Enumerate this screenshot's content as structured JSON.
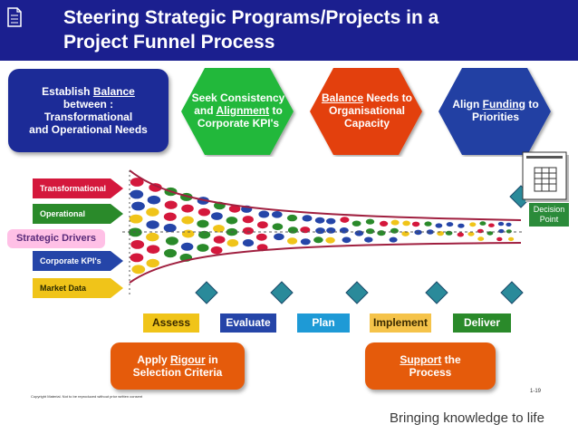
{
  "title": {
    "line1": "Steering Strategic Programs/Projects in a",
    "line2": "Project Funnel Process"
  },
  "balance_box": {
    "line1_prefix": "Establish ",
    "line1_underlined": "Balance",
    "line2": "between :",
    "line3": "Transformational",
    "line4": "and Operational Needs"
  },
  "hexagons": [
    {
      "prefix": "Seek Consistency",
      "underlined": "Alignment",
      "before_underlined": "and ",
      "after_underlined": " to",
      "rest": "Corporate KPI's",
      "color": "#22b83a"
    },
    {
      "underlined_first": "Balance",
      "after_first": " Needs to",
      "line2": "Organisational",
      "line3": "Capacity",
      "color": "#e3410c"
    },
    {
      "prefix": "Align ",
      "underlined": "Funding",
      "after_underlined": " to",
      "line2": "Priorities",
      "color": "#2141a3"
    }
  ],
  "drivers": {
    "label": "Strategic Drivers",
    "items": [
      {
        "label": "Transformational",
        "color": "#d4183c"
      },
      {
        "label": "Operational",
        "color": "#2a8a2a"
      },
      {
        "label": "Corporate KPI's",
        "color": "#2545a8"
      },
      {
        "label": "Market Data",
        "color": "#f0c419"
      }
    ]
  },
  "stages": [
    {
      "label": "Assess",
      "color": "#f0c419",
      "text_color": "#3a2a00"
    },
    {
      "label": "Evaluate",
      "color": "#2545a8",
      "text_color": "#ffffff"
    },
    {
      "label": "Plan",
      "color": "#1e9ad6",
      "text_color": "#ffffff"
    },
    {
      "label": "Implement",
      "color": "#f5c34a",
      "text_color": "#3a2a00"
    },
    {
      "label": "Deliver",
      "color": "#2a8a2a",
      "text_color": "#ffffff"
    }
  ],
  "rigour_box": {
    "prefix": "Apply ",
    "underlined": "Rigour",
    "after": " in",
    "line2": "Selection Criteria"
  },
  "support_box": {
    "underlined": "Support",
    "after": " the",
    "line2": "Process"
  },
  "decision_point": {
    "line1": "Decision",
    "line2": "Point"
  },
  "copyright": "Copyright Material. Not to be reproduced without prior written consent",
  "slide_number": "1-19",
  "tagline": "Bringing knowledge to life",
  "colors": {
    "title_bg": "#1b1f8f",
    "balance_box": "#1c2b97",
    "orange_box": "#e55b0b"
  }
}
